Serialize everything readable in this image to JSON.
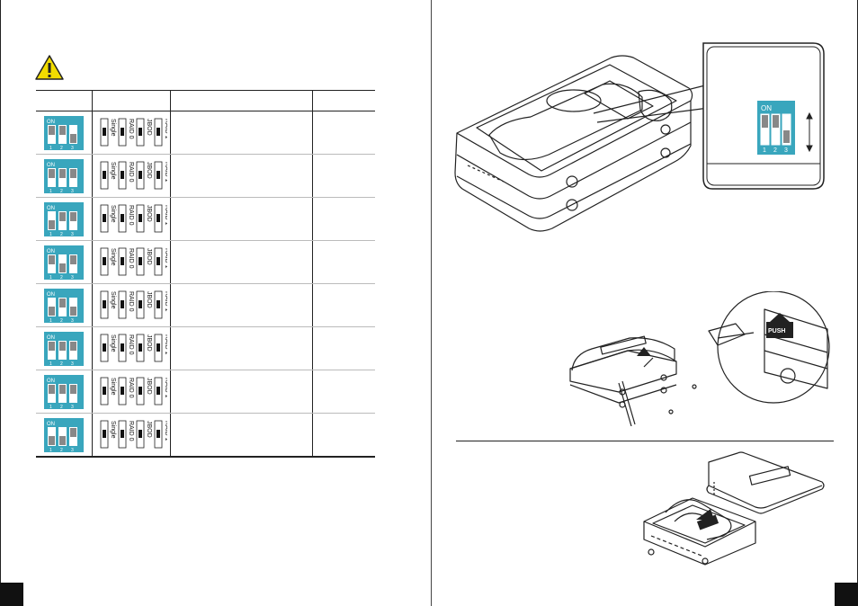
{
  "dip_switch": {
    "on_label": "ON",
    "pos1": "1",
    "pos2": "2",
    "pos3": "3"
  },
  "jumper_labels": {
    "single": "Single",
    "raid0": "RAID 0",
    "jbod": "JBOD",
    "raid1": "RAID 1"
  },
  "table": {
    "headers": [
      "",
      "",
      "",
      ""
    ],
    "rows": [
      {
        "switches": [
          "up",
          "up",
          "down"
        ]
      },
      {
        "switches": [
          "up",
          "up",
          "up"
        ]
      },
      {
        "switches": [
          "down",
          "up",
          "up"
        ]
      },
      {
        "switches": [
          "up",
          "down",
          "up"
        ]
      },
      {
        "switches": [
          "down",
          "up",
          "down"
        ]
      },
      {
        "switches": [
          "up",
          "up",
          "up"
        ]
      },
      {
        "switches": [
          "up",
          "up",
          "up"
        ]
      },
      {
        "switches": [
          "down",
          "down",
          "up"
        ]
      }
    ]
  },
  "callout": {
    "push_label": "PUSH"
  },
  "colors": {
    "switch_teal": "#39a6bd",
    "switch_gray": "#888888",
    "page_ink": "#111111"
  },
  "icons": {
    "warning": "warning-triangle-icon",
    "arrow_updown": "up-down-arrow-icon"
  }
}
